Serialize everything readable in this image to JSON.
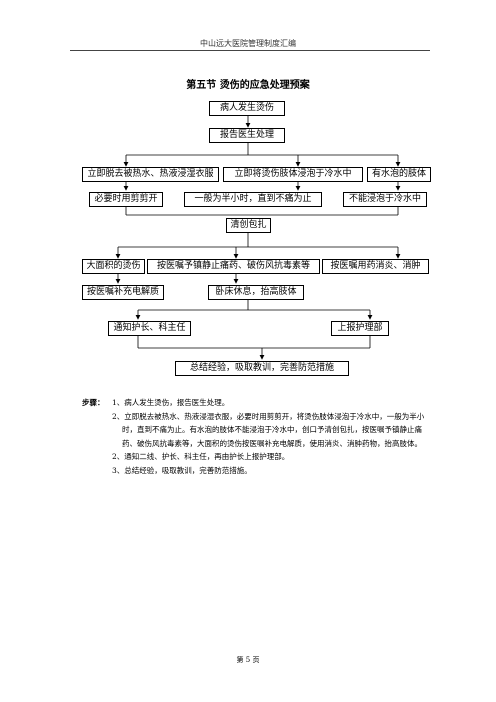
{
  "header": {
    "text": "中山远大医院管理制度汇编"
  },
  "title": "第五节  烫伤的应急处理预案",
  "flow": {
    "b1": "病人发生烫伤",
    "b2": "报告医生处理",
    "b3a": "立即脱去被热水、热液浸湿衣服",
    "b3b": "立即将烫伤肢体浸泡于冷水中",
    "b3c": "有水泡的肢体",
    "b4a": "必要时用剪剪开",
    "b4b": "一般为半小时，直到不痛为止",
    "b4c": "不能浸泡于冷水中",
    "b5": "清创包扎",
    "b6a": "大面积的烫伤",
    "b6b": "按医嘱予镇静止痛药、破伤风抗毒素等",
    "b6c": "按医嘱用药消炎、消肿",
    "b7a": "按医嘱补充电解质",
    "b7b": "卧床休息，抬高肢体",
    "b8a": "通知护长、科主任",
    "b8b": "上报护理部",
    "b9": "总结经验，吸取教训，完善防范措施"
  },
  "steps": {
    "label": "步骤：",
    "items": [
      {
        "num": "1、",
        "text": "病人发生烫伤，报告医生处理。"
      },
      {
        "num": "2、",
        "text": "立即脱去被热水、热液浸湿衣服，必要时用剪剪开，将烫伤肢体浸泡于冷水中，一般为半小",
        "cont": [
          "时，直到不痛为止。有水泡的肢体不能浸泡于冷水中，创口予清创包扎，按医嘱予镇静止痛",
          "药、破伤风抗毒素等，大面积的烫伤按医嘱补充电解质，使用消炎、消肿药物，抬高肢体。"
        ]
      },
      {
        "num": "2、",
        "text": "通知二线、护长、科主任，再由护长上报护理部。"
      },
      {
        "num": "3、",
        "text": "总结经验，吸取教训，完善防范措施。"
      }
    ]
  },
  "footer": {
    "page": "第 5 页"
  }
}
